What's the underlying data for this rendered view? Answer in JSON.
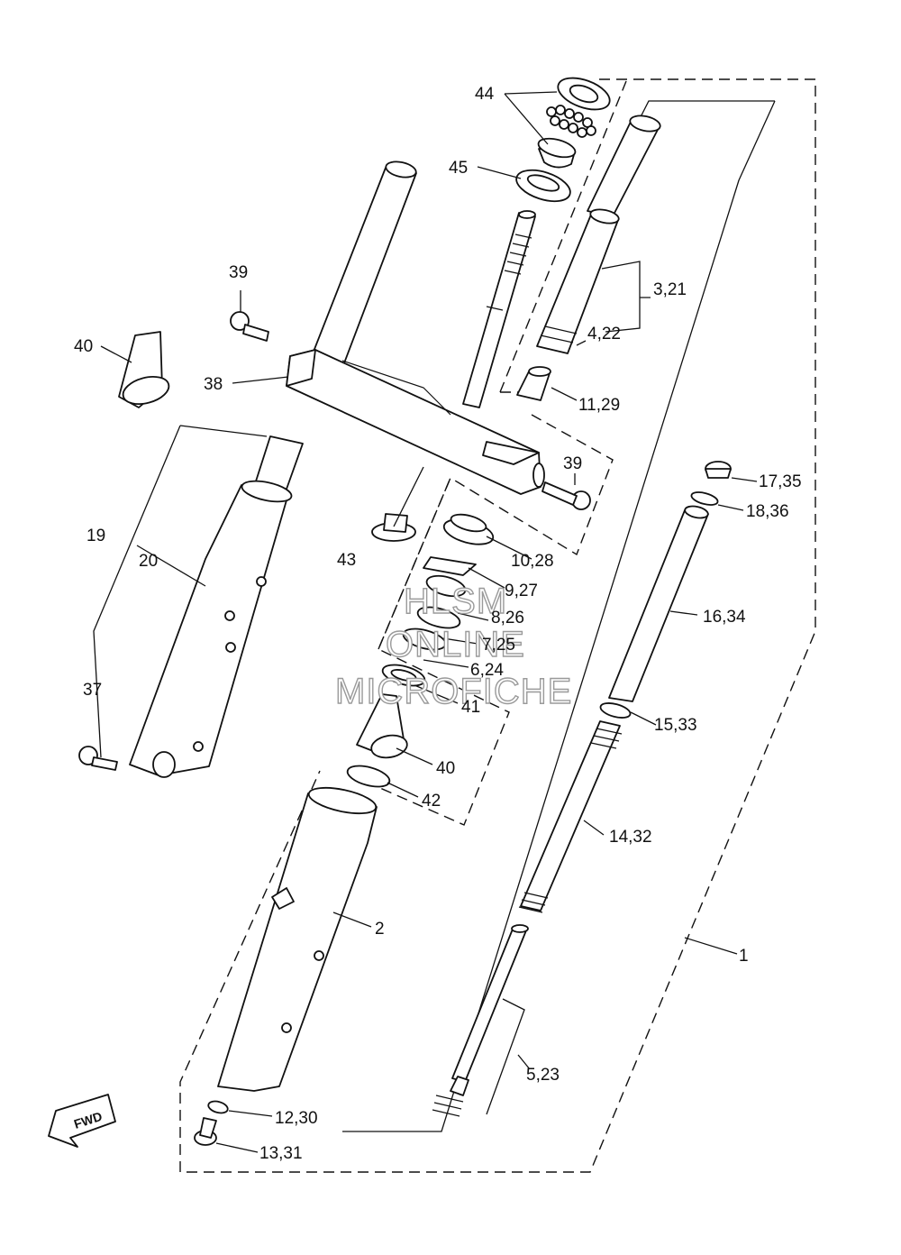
{
  "labels": {
    "l44": "44",
    "l45": "45",
    "l39a": "39",
    "l40a": "40",
    "l38": "38",
    "l321": "3,21",
    "l422": "4,22",
    "l1129": "11,29",
    "l39b": "39",
    "l1735": "17,35",
    "l1836": "18,36",
    "l19": "19",
    "l20": "20",
    "l43": "43",
    "l1028": "10,28",
    "l927": "9,27",
    "l826": "8,26",
    "l725": "7,25",
    "l624": "6,24",
    "l41": "41",
    "l1634": "16,34",
    "l37": "37",
    "l1533": "15,33",
    "l40b": "40",
    "l42": "42",
    "l1432": "14,32",
    "l2": "2",
    "l1": "1",
    "l523": "5,23",
    "l1230": "12,30",
    "l1331": "13,31"
  },
  "watermark": {
    "line1": "HLSM",
    "line2": "ONLINE",
    "line3": "MICROFICHE"
  },
  "fwd_badge": "FWD"
}
